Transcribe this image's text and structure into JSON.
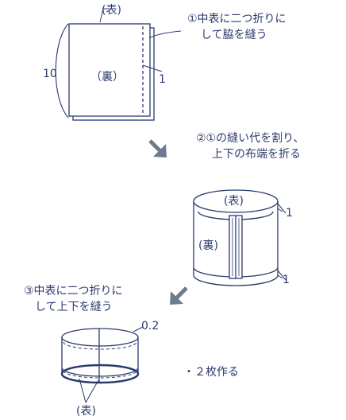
{
  "step1": {
    "instruction_line1": "①中表に二つ折りに",
    "instruction_line2": "して脇を縫う",
    "label_omote": "(表)",
    "label_ura": "（裏）",
    "dim_height": "10",
    "dim_seam": "1"
  },
  "step2": {
    "instruction_line1": "②①の縫い代を割り、",
    "instruction_line2": "上下の布端を折る",
    "label_omote": "(表)",
    "label_ura": "(裏)",
    "dim_top": "1",
    "dim_bottom": "1"
  },
  "step3": {
    "instruction_line1": "③中表に二つ折りに",
    "instruction_line2": "して上下を縫う",
    "dim_stitch": "0.2",
    "label_omote": "(表)",
    "note": "・２枚作る"
  },
  "colors": {
    "line": "#2a3a6b",
    "arrow": "#6e7a90"
  },
  "icons": {
    "arrow1": "arrow-down-right-icon",
    "arrow2": "arrow-down-left-icon"
  }
}
